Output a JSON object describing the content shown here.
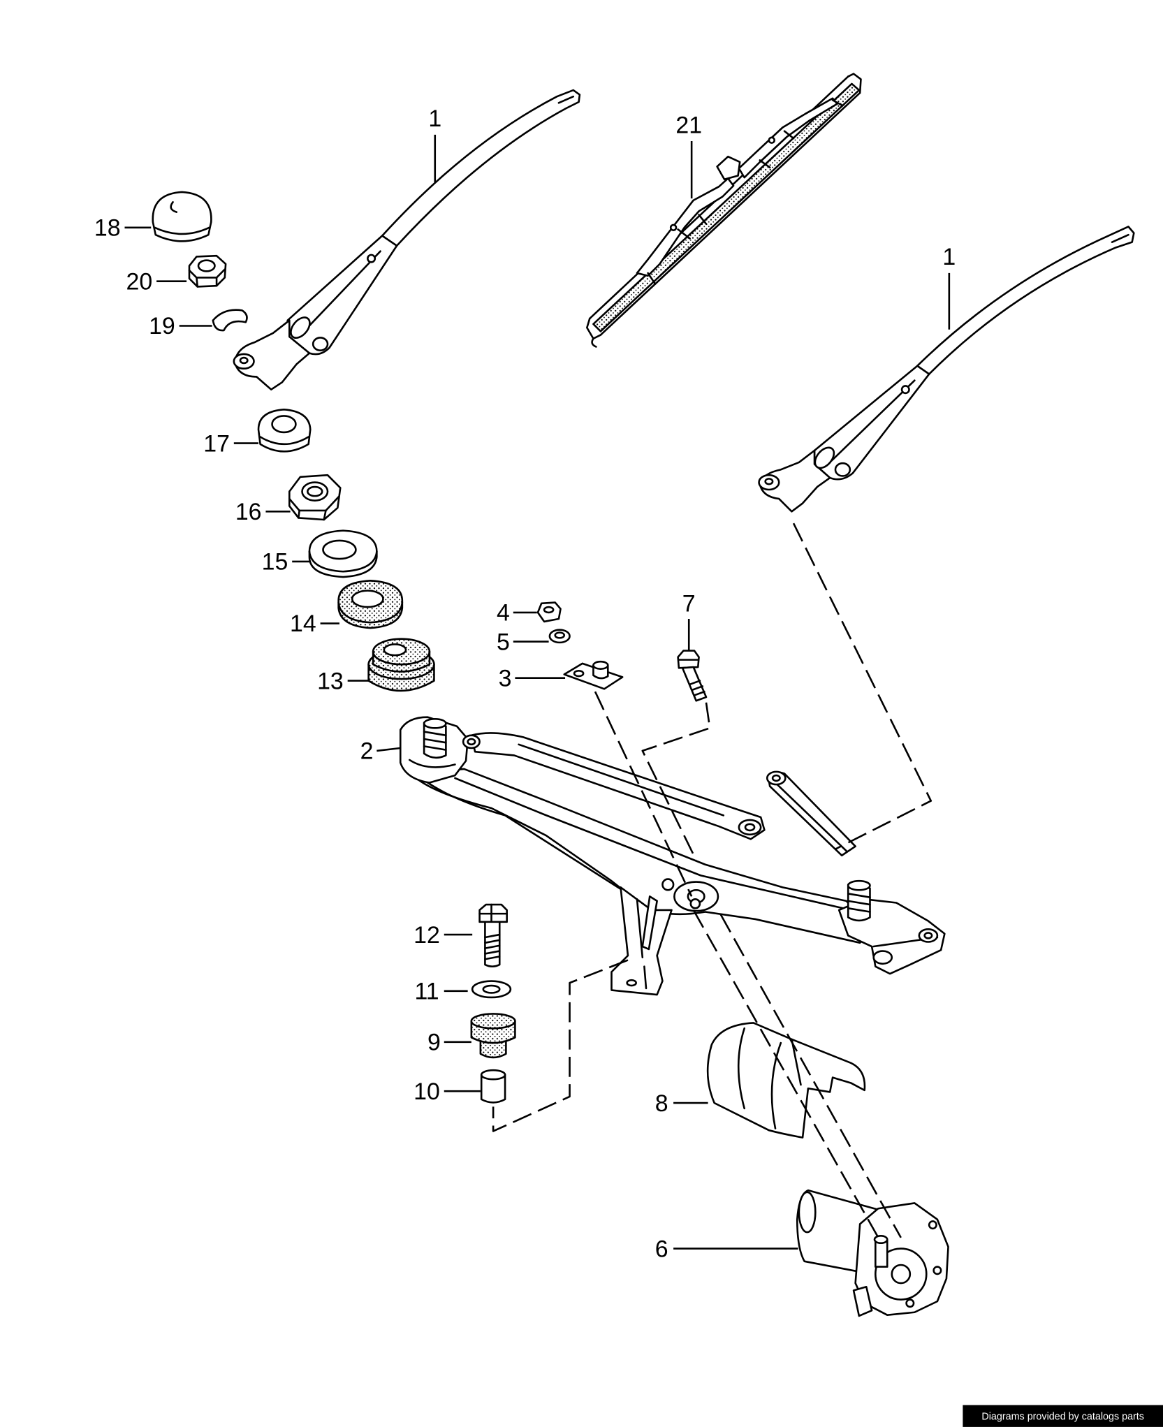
{
  "callouts": [
    "1",
    "21",
    "18",
    "20",
    "19",
    "1",
    "17",
    "16",
    "15",
    "4",
    "7",
    "5",
    "14",
    "3",
    "13",
    "2",
    "12",
    "11",
    "9",
    "10",
    "8",
    "6"
  ],
  "footer": {
    "credit": "Diagrams provided by catalogs parts"
  },
  "colors": {
    "ink": "#000000",
    "paper": "#ffffff",
    "credit_box": "#000000"
  }
}
